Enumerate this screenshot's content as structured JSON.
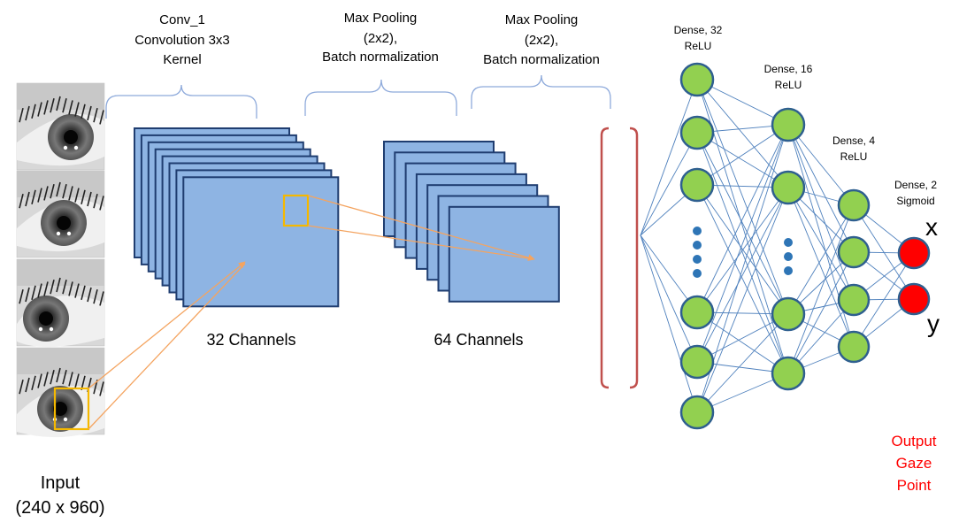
{
  "input": {
    "label_line1": "Input",
    "label_line2": "(240 x 960)",
    "eye_count": 4
  },
  "conv_block": {
    "title_line1": "Conv_1",
    "title_line2": "Convolution 3x3",
    "title_line3": "Kernel",
    "channels_label": "32 Channels",
    "stack_count": 8
  },
  "pool_block_1": {
    "title_line1": "Max Pooling",
    "title_line2": "(2x2),",
    "title_line3": "Batch normalization",
    "channels_label": "64 Channels",
    "stack_count": 7
  },
  "pool_block_2": {
    "title_line1": "Max Pooling",
    "title_line2": "(2x2),",
    "title_line3": "Batch normalization"
  },
  "dense_layers": [
    {
      "name": "Dense, 32",
      "activation": "ReLU",
      "visible_nodes": 6
    },
    {
      "name": "Dense, 16",
      "activation": "ReLU",
      "visible_nodes": 4
    },
    {
      "name": "Dense, 4",
      "activation": "ReLU",
      "visible_nodes": 4
    },
    {
      "name": "Dense, 2",
      "activation": "Sigmoid",
      "visible_nodes": 2
    }
  ],
  "outputs": {
    "x_label": "x",
    "y_label": "y"
  },
  "output_caption": {
    "line1": "Output",
    "line2": "Gaze",
    "line3": "Point"
  },
  "colors": {
    "feature_map_fill": "#8eb4e3",
    "feature_map_stroke": "#1f3d70",
    "bracket": "#8eaadb",
    "kernel_box": "#f5b800",
    "arrow": "#f4a460",
    "flatten_bracket": "#c0504d",
    "neuron_fill": "#92d050",
    "neuron_stroke": "#2e5f8f",
    "output_fill": "#ff0000",
    "connection": "#4f81bd",
    "dots": "#2e75b6",
    "output_caption": "#ff0000"
  }
}
